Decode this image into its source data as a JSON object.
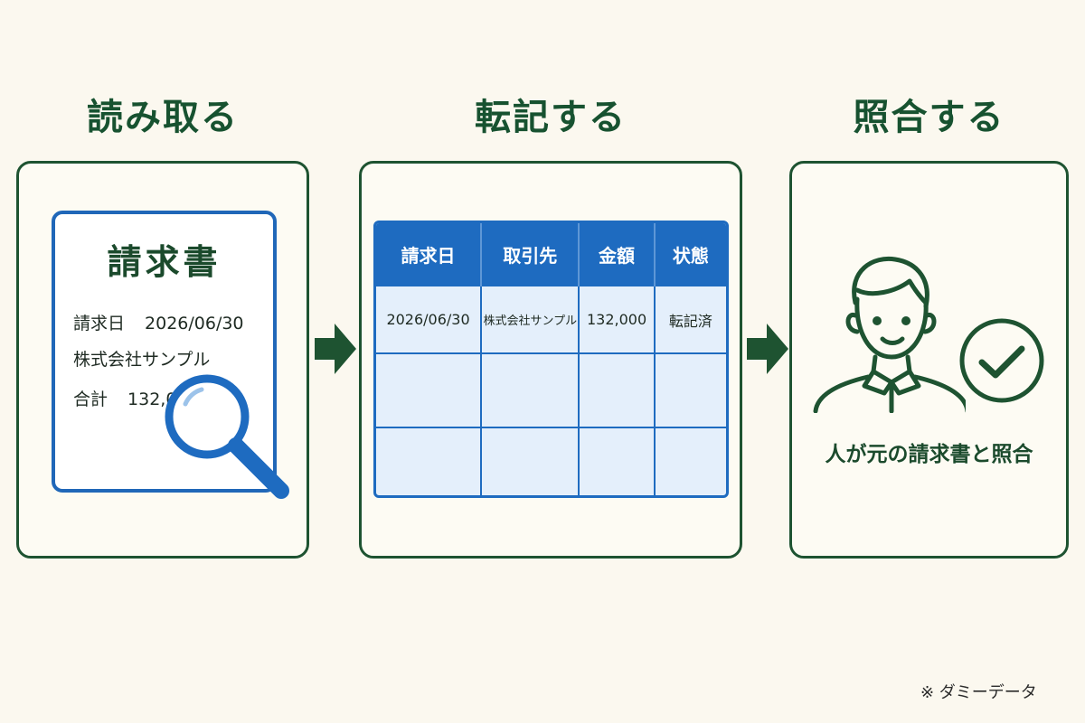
{
  "steps": {
    "read": {
      "title": "読み取る",
      "invoice": {
        "title": "請求書",
        "date_label": "請求日",
        "date_value": "2026/06/30",
        "company": "株式会社サンプル",
        "total_label": "合計",
        "total_value": "132,000円"
      }
    },
    "transcribe": {
      "title": "転記する",
      "table": {
        "headers": [
          "請求日",
          "取引先",
          "金額",
          "状態"
        ],
        "rows": [
          [
            "2026/06/30",
            "株式会社サンプル",
            "132,000",
            "転記済"
          ],
          [
            "",
            "",
            "",
            ""
          ],
          [
            "",
            "",
            "",
            ""
          ]
        ]
      }
    },
    "verify": {
      "title": "照合する",
      "caption": "人が元の請求書と照合"
    }
  },
  "footnote": "※ ダミーデータ",
  "colors": {
    "dark_green": "#1e5331",
    "blue": "#1e6bc0",
    "table_fill": "#e4effb",
    "background": "#fbf8ef"
  },
  "icons": [
    "magnifier-icon",
    "arrow-right-icon",
    "person-icon",
    "check-circle-icon"
  ]
}
